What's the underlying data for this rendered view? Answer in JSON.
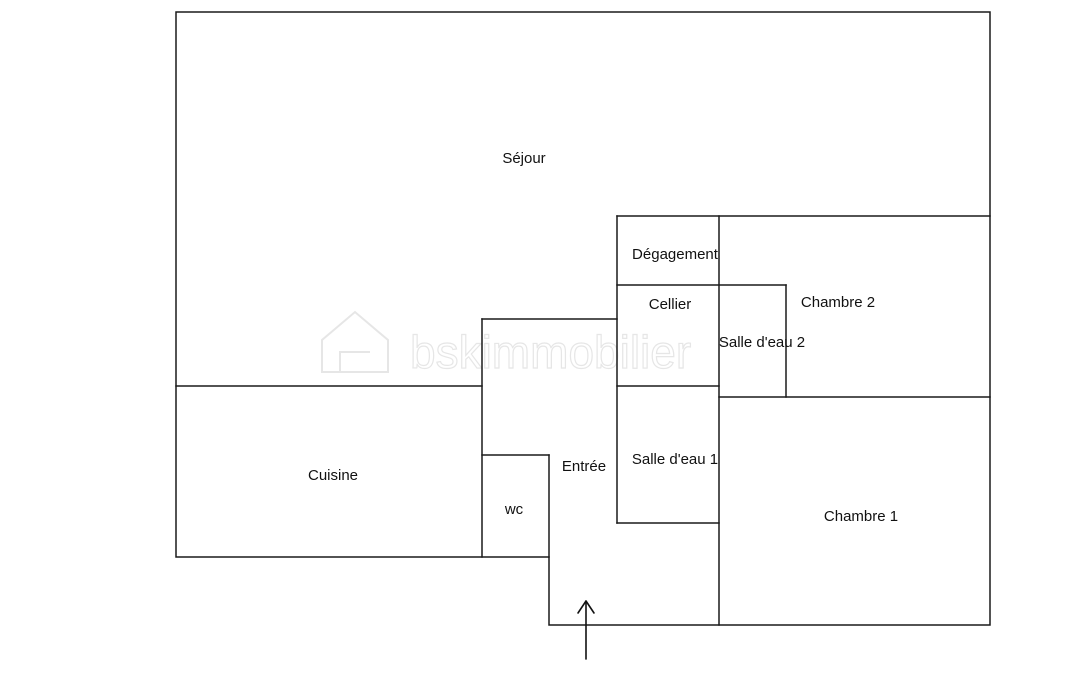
{
  "plan": {
    "rooms": {
      "sejour": "Séjour",
      "degagement": "Dégagement",
      "cellier": "Cellier",
      "chambre2": "Chambre 2",
      "salle_eau2": "Salle  d'eau 2",
      "cuisine": "Cuisine",
      "entree": "Entrée",
      "salle_eau1": "Salle  d'eau 1",
      "wc": "wc",
      "chambre1": "Chambre 1"
    },
    "entrance_arrow_icon": "arrow-up-icon"
  },
  "watermark": {
    "text": "bskimmobilier",
    "logo_icon": "house-logo-icon"
  },
  "colors": {
    "wall": "#1a1a1a",
    "label": "#111111",
    "watermark": "#e6e6e6"
  }
}
